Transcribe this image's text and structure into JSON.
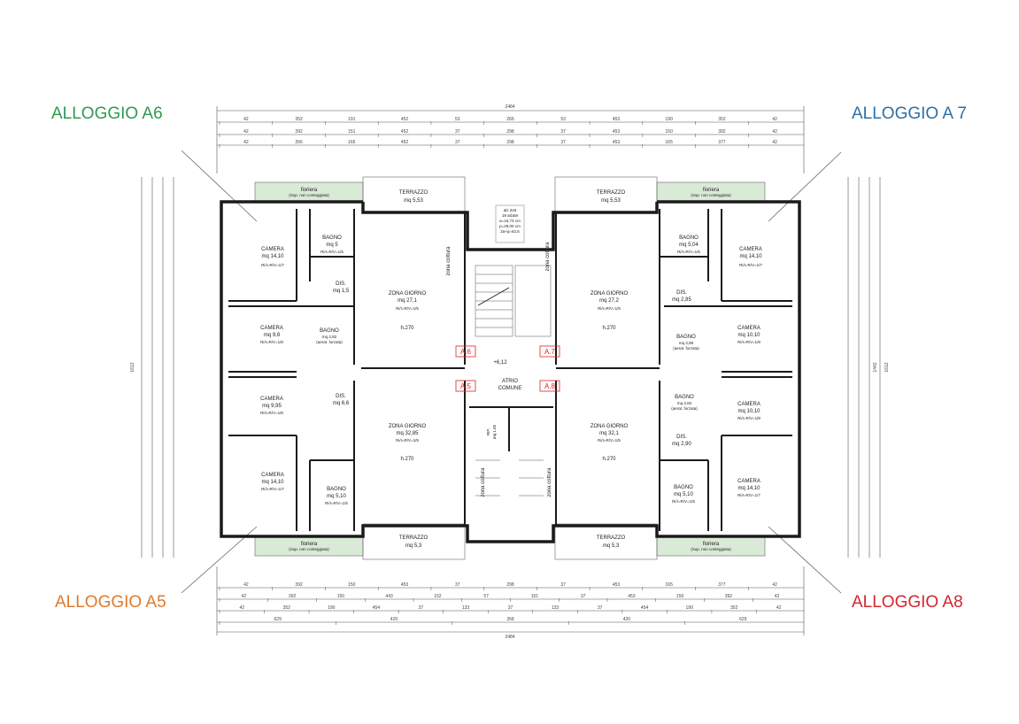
{
  "callouts": {
    "a6": "ALLOGGIO A6",
    "a7": "ALLOGGIO A 7",
    "a5": "ALLOGGIO A5",
    "a8": "ALLOGGIO A8"
  },
  "colors": {
    "a6": "#2e9a4f",
    "a7": "#2f6fa3",
    "a5": "#e07a2c",
    "a8": "#d2262e",
    "wall": "#1a1a1a",
    "planter": "#d9ead6",
    "stair_tag": "#d22222"
  },
  "dimensions": {
    "top_total": "2484",
    "bottom_total": "2484",
    "top_row1": [
      "42",
      "352",
      "191",
      "452",
      "53",
      "266",
      "53",
      "453",
      "190",
      "352",
      "42"
    ],
    "top_row2": [
      "42",
      "392",
      "151",
      "452",
      "37",
      "298",
      "37",
      "453",
      "150",
      "392",
      "42"
    ],
    "top_row3": [
      "42",
      "356",
      "165",
      "452",
      "37",
      "298",
      "37",
      "453",
      "165",
      "377",
      "42"
    ],
    "bottom_row1": [
      "42",
      "392",
      "150",
      "453",
      "37",
      "298",
      "37",
      "453",
      "165",
      "377",
      "42"
    ],
    "bottom_row2": [
      "42",
      "392",
      "150",
      "443",
      "152",
      "57",
      "151",
      "37",
      "453",
      "150",
      "392",
      "42"
    ],
    "bottom_row3": [
      "42",
      "352",
      "190",
      "454",
      "37",
      "133",
      "37",
      "133",
      "37",
      "454",
      "190",
      "352",
      "42"
    ],
    "bottom_row4": [
      "629",
      "420",
      "358",
      "420",
      "629"
    ],
    "side_total": "1612",
    "side_total_b": "1442"
  },
  "rooms": {
    "camera_a6": {
      "name": "CAMERA",
      "area": "mq 14,10",
      "ratio": "Ri/I=R/V=1/7"
    },
    "bagno_a6": {
      "name": "BAGNO",
      "area": "mq 5",
      "ratio": "Ri/I=R/V=1/5"
    },
    "dis_a6": {
      "name": "DIS.",
      "area": "mq 1,5"
    },
    "zona_a6": {
      "name": "ZONA GIORNO",
      "area": "mq 27,1",
      "ratio": "Ri/I=R/V=1/5",
      "height": "h.270"
    },
    "cottura_a6": {
      "name": "zona cottura"
    },
    "camera2_a6": {
      "name": "CAMERA",
      "area": "mq 9,8",
      "ratio": "Ri/I=R/V=1/8"
    },
    "bagno2_a6": {
      "name": "BAGNO",
      "area": "mq 2,82",
      "note": "(aerat. forzata)"
    },
    "camera_a5": {
      "name": "CAMERA",
      "area": "mq 9,95",
      "ratio": "Ri/I=R/V=1/8"
    },
    "dis_a5": {
      "name": "DIS.",
      "area": "mq 6,6"
    },
    "zona_a5": {
      "name": "ZONA GIORNO",
      "area": "mq 32,85",
      "ratio": "Ri/I=R/V=1/5",
      "height": "h.270"
    },
    "camera2_a5": {
      "name": "CAMERA",
      "area": "mq 14,10",
      "ratio": "Ri/I=R/V=1/7"
    },
    "bagno_a5": {
      "name": "BAGNO",
      "area": "mq 5,10",
      "ratio": "Ri/I=R/V=1/5"
    },
    "cottura_a5": {
      "name": "zona cottura"
    },
    "camera_a7": {
      "name": "CAMERA",
      "area": "mq 14,10",
      "ratio": "Ri/I=R/V=1/7"
    },
    "bagno_a7": {
      "name": "BAGNO",
      "area": "mq 5,04",
      "ratio": "Ri/I=R/V=1/5"
    },
    "dis_a7": {
      "name": "DIS.",
      "area": "mq 2,85"
    },
    "zona_a7": {
      "name": "ZONA GIORNO",
      "area": "mq 27,2",
      "ratio": "Ri/I=R/V=1/5",
      "height": "h.270"
    },
    "cottura_a7": {
      "name": "zona cottura"
    },
    "camera2_a7": {
      "name": "CAMERA",
      "area": "mq 10,10",
      "ratio": "Ri/I=R/V=1/8"
    },
    "bagno2_a7": {
      "name": "BAGNO",
      "area": "mq 2,85",
      "note": "(aerat. forzata)"
    },
    "camera_a8": {
      "name": "CAMERA",
      "area": "mq 10,10",
      "ratio": "Ri/I=R/V=1/8"
    },
    "bagno2_a8": {
      "name": "BAGNO",
      "area": "mq 2,82",
      "note": "(aerat. forzata)"
    },
    "dis_a8": {
      "name": "DIS.",
      "area": "mq 2,90"
    },
    "zona_a8": {
      "name": "ZONA GIORNO",
      "area": "mq 32,1",
      "ratio": "Ri/I=R/V=1/5",
      "height": "h.270"
    },
    "cottura_a8": {
      "name": "zona cottura"
    },
    "camera2_a8": {
      "name": "CAMERA",
      "area": "mq 14,10",
      "ratio": "Ri/I=R/V=1/7"
    },
    "bagno_a8": {
      "name": "BAGNO",
      "area": "mq 5,10",
      "ratio": "Ri/I=R/V=1/5"
    },
    "atrio": {
      "name": "ATRIO",
      "name2": "COMUNE"
    },
    "rip": {
      "name": "RIP.",
      "area": "mq 1,65"
    },
    "level": "+6,12",
    "stair_note": [
      "alz.318",
      "19 alzate",
      "a=16,73 cm",
      "p=29,00 cm",
      "2a+p=62,5"
    ]
  },
  "terraces": {
    "t6": {
      "name": "TERRAZZO",
      "area": "mq 5,53"
    },
    "t7": {
      "name": "TERRAZZO",
      "area": "mq 5,53"
    },
    "t5": {
      "name": "TERRAZZO",
      "area": "mq 5,3"
    },
    "t8": {
      "name": "TERRAZZO",
      "area": "mq 5,3"
    }
  },
  "planters": {
    "label": "fioriera",
    "sub": "(Sup. non conteggiata)"
  },
  "stair_tags": [
    "A.6",
    "A.7",
    "A.5",
    "A.8"
  ]
}
